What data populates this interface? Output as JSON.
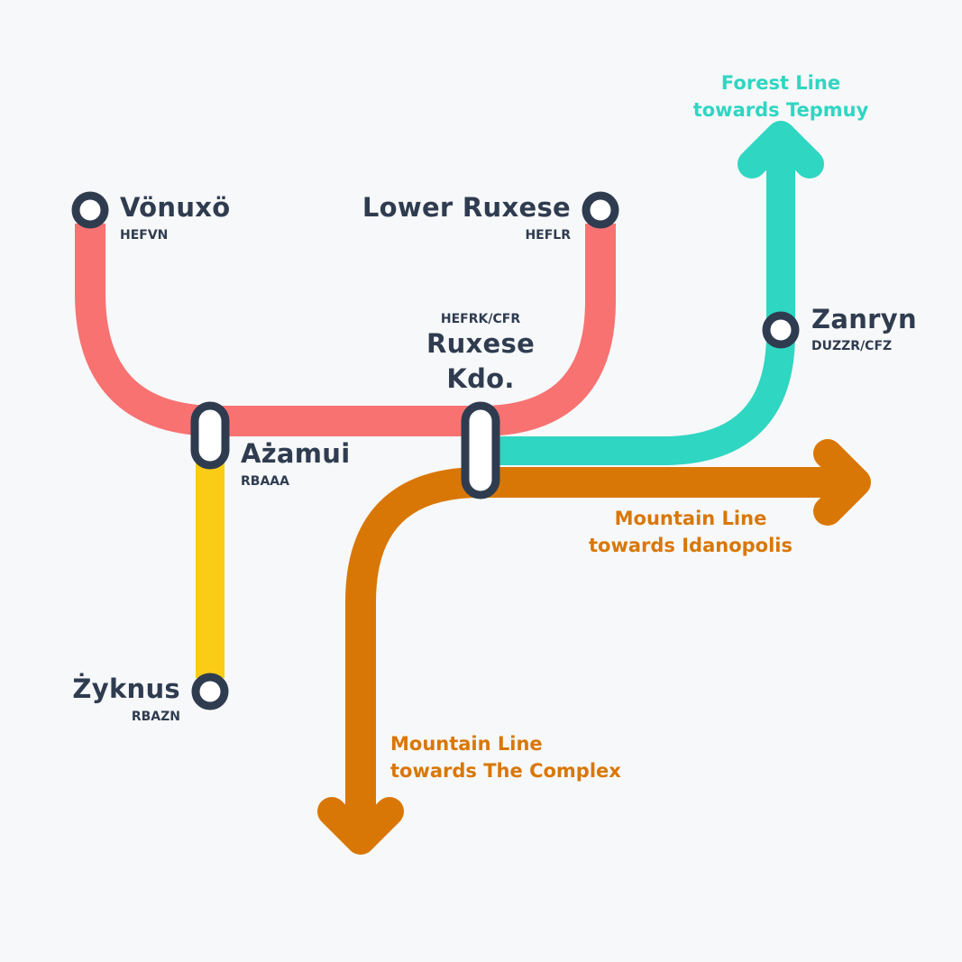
{
  "colors": {
    "background": "#f7f8f9",
    "red_line": "#f87272",
    "teal_line": "#2fd6c2",
    "orange_line": "#d97706",
    "yellow_line": "#facc15",
    "station_ring": "#2f3c50",
    "label_text": "#2f3c50"
  },
  "stations": {
    "vonuxo": {
      "name": "Vönuxö",
      "code": "HEFVN"
    },
    "lower_ruxese": {
      "name": "Lower Ruxese",
      "code": "HEFLR"
    },
    "ruxese_kdo": {
      "name_line1": "Ruxese",
      "name_line2": "Kdo.",
      "code": "HEFRK/CFR"
    },
    "zanryn": {
      "name": "Zanryn",
      "code": "DUZZR/CFZ"
    },
    "azamui": {
      "name": "Ażamui",
      "code": "RBAAA"
    },
    "zyknus": {
      "name": "Żyknus",
      "code": "RBAZN"
    }
  },
  "destinations": {
    "forest": {
      "line1": "Forest Line",
      "line2": "towards Tepmuy"
    },
    "mountain_east": {
      "line1": "Mountain Line",
      "line2": "towards Idanopolis"
    },
    "mountain_south": {
      "line1": "Mountain Line",
      "line2": "towards The Complex"
    }
  }
}
